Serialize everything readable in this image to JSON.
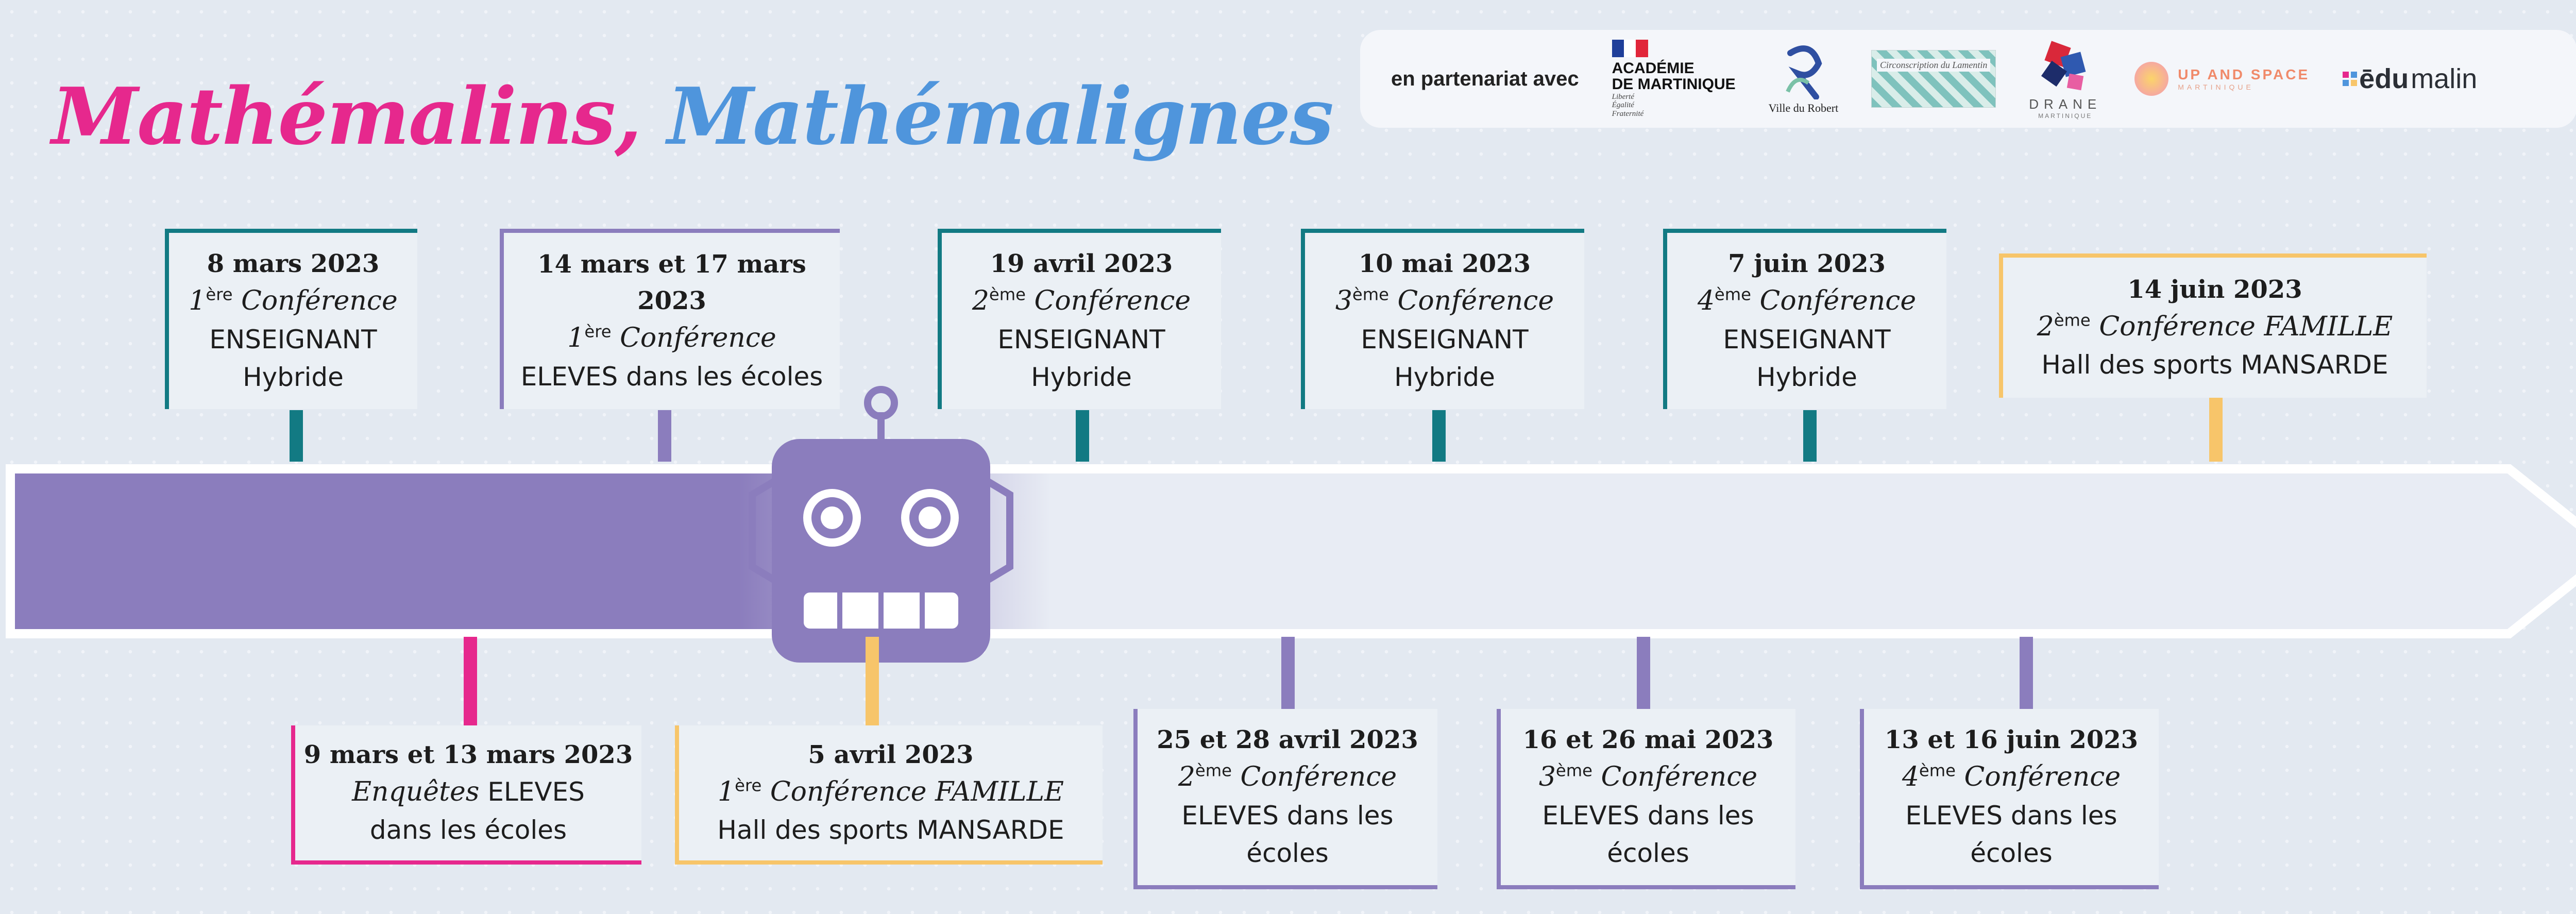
{
  "title": {
    "part1": "Mathémalins",
    "separator": ",",
    "part2": "Mathémalignes"
  },
  "partners": {
    "label": "en partenariat avec",
    "academie": {
      "line1": "ACADÉMIE",
      "line2": "DE MARTINIQUE",
      "motto1": "Liberté",
      "motto2": "Égalité",
      "motto3": "Fraternité"
    },
    "ville": "Ville du Robert",
    "tile": "Circonscription du Lamentin",
    "drane": {
      "name": "DRANE",
      "sub": "MARTINIQUE"
    },
    "upspace": {
      "line1": "UP AND SPACE",
      "line2": "MARTINIQUE"
    },
    "edumalin": {
      "a": "ēdu",
      "b": "malin"
    }
  },
  "colors": {
    "teal": "#127a83",
    "purple": "#8b7dbd",
    "pink": "#e6288d",
    "orange": "#f7c56a",
    "title_pink": "#e6288d",
    "title_blue": "#4f95dc"
  },
  "events_top": [
    {
      "date": "8 mars 2023",
      "sup": "ère",
      "ordinal": "1",
      "conf": "Conférence",
      "line3": "ENSEIGNANT",
      "line4": "Hybride",
      "color": "#127a83"
    },
    {
      "date1": "14 mars et 17 mars",
      "date2": "2023",
      "sup": "ère",
      "ordinal": "1",
      "conf": "Conférence",
      "line3": "ELEVES dans les écoles",
      "color": "#8b7dbd"
    },
    {
      "date": "19 avril 2023",
      "sup": "ème",
      "ordinal": "2",
      "conf": "Conférence",
      "line3": "ENSEIGNANT",
      "line4": "Hybride",
      "color": "#127a83"
    },
    {
      "date": "10 mai 2023",
      "sup": "ème",
      "ordinal": "3",
      "conf": "Conférence",
      "line3": "ENSEIGNANT",
      "line4": "Hybride",
      "color": "#127a83"
    },
    {
      "date": "7 juin 2023",
      "sup": "ème",
      "ordinal": "4",
      "conf": "Conférence",
      "line3": "ENSEIGNANT",
      "line4": "Hybride",
      "color": "#127a83"
    },
    {
      "date": "14 juin 2023",
      "sup": "ème",
      "ordinal": "2",
      "conf": "Conférence FAMILLE",
      "line3": "Hall des sports MANSARDE",
      "color": "#f7c56a"
    }
  ],
  "events_bottom": [
    {
      "date": "9 mars et 13 mars 2023",
      "conf": "Enquêtes",
      "conf_rest": "ELEVES",
      "line3": "dans les écoles",
      "color": "#e6288d"
    },
    {
      "date": "5 avril 2023",
      "sup": "ère",
      "ordinal": "1",
      "conf": "Conférence FAMILLE",
      "line3": "Hall des sports MANSARDE",
      "color": "#f7c56a"
    },
    {
      "date": "25 et 28 avril 2023",
      "sup": "ème",
      "ordinal": "2",
      "conf": "Conférence",
      "line3": "ELEVES dans les",
      "line4": "écoles",
      "color": "#8b7dbd"
    },
    {
      "date": "16 et 26 mai 2023",
      "sup": "ème",
      "ordinal": "3",
      "conf": "Conférence",
      "line3": "ELEVES dans les",
      "line4": "écoles",
      "color": "#8b7dbd"
    },
    {
      "date": "13 et 16 juin 2023",
      "sup": "ème",
      "ordinal": "4",
      "conf": "Conférence",
      "line3": "ELEVES dans les",
      "line4": "écoles",
      "color": "#8b7dbd"
    }
  ]
}
